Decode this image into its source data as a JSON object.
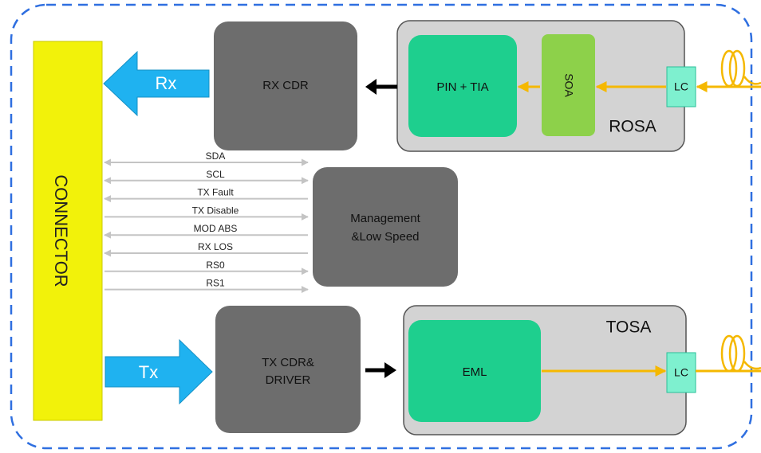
{
  "blocks": {
    "connector": "CONNECTOR",
    "rx_cdr": "RX CDR",
    "tx_cdr": [
      "TX CDR&",
      "DRIVER"
    ],
    "management": [
      "Management",
      "&Low Speed"
    ],
    "rosa": "ROSA",
    "tosa": "TOSA",
    "pin_tia": "PIN  + TIA",
    "soa": "SOA",
    "eml": "EML",
    "lc_rx": "LC",
    "lc_tx": "LC"
  },
  "arrows": {
    "rx": "Rx",
    "tx": "Tx"
  },
  "signals": [
    {
      "label": "SDA",
      "direction": "both"
    },
    {
      "label": "SCL",
      "direction": "both"
    },
    {
      "label": "TX Fault",
      "direction": "to-connector"
    },
    {
      "label": "TX Disable",
      "direction": "to-management"
    },
    {
      "label": "MOD ABS",
      "direction": "to-connector"
    },
    {
      "label": "RX LOS",
      "direction": "to-connector"
    },
    {
      "label": "RS0",
      "direction": "to-management"
    },
    {
      "label": "RS1",
      "direction": "to-management"
    }
  ],
  "colors": {
    "connector": "#f2f20a",
    "dark_block": "#6d6d6d",
    "osa_panel": "#d3d3d3",
    "green": "#1ecf8e",
    "soa": "#8dd14a",
    "lc": "#7ef0cf",
    "optical": "#f5b800",
    "blue_arrow": "#1fb2f0",
    "border": "#2f6fe0",
    "signal_line": "#c4c4c4"
  }
}
